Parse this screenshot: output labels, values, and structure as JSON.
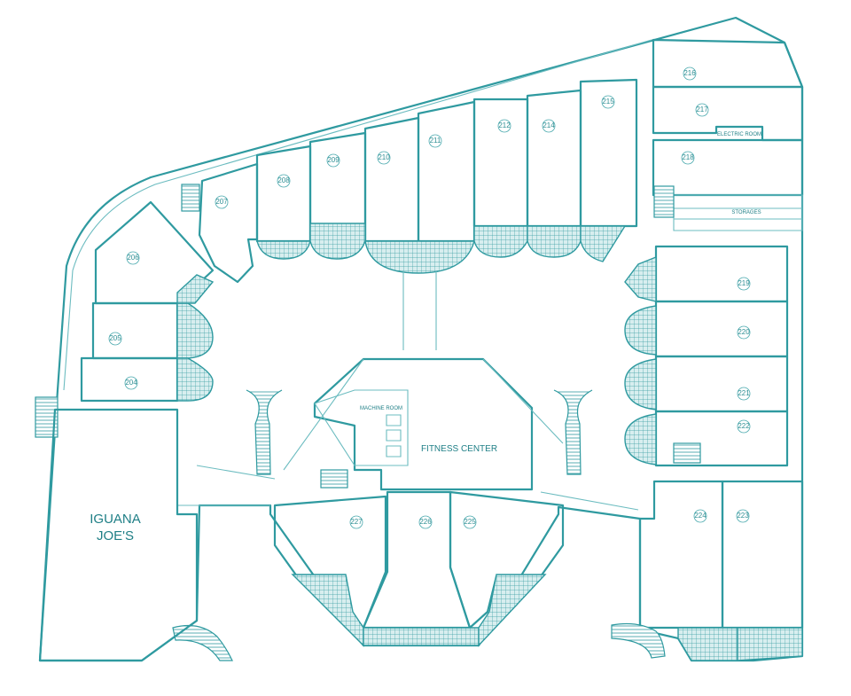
{
  "labels": {
    "iguana_line1": "IGUANA",
    "iguana_line2": "JOE'S",
    "fitness_center": "FITNESS CENTER",
    "machine_room": "MACHINE ROOM",
    "electric_room": "ELECTRIC ROOM",
    "storages": "STORAGES"
  },
  "units": [
    "204",
    "205",
    "206",
    "207",
    "208",
    "209",
    "210",
    "211",
    "212",
    "214",
    "215",
    "216",
    "217",
    "218",
    "219",
    "220",
    "221",
    "222",
    "223",
    "224",
    "225",
    "226",
    "227"
  ],
  "colors": {
    "line": "#2f9aa0",
    "fill": "#ffffff"
  }
}
